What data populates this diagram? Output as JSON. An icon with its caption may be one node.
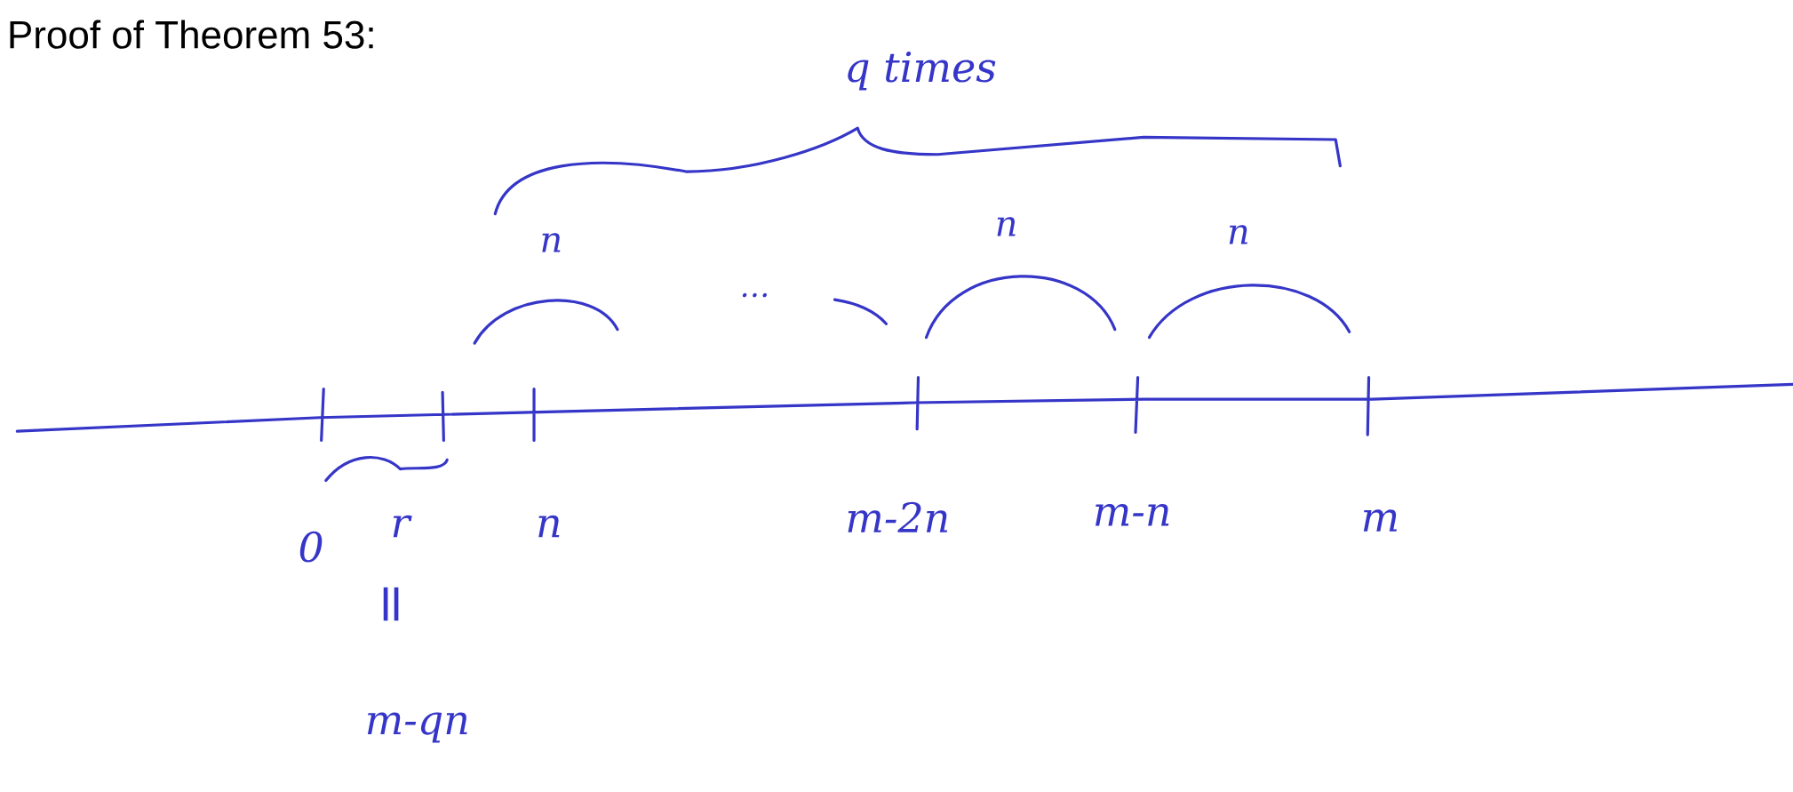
{
  "diagram": {
    "title": "Proof of Theorem 53:",
    "labels": [
      "q times",
      "n",
      "…",
      "n",
      "n",
      "0",
      "r",
      "n",
      "m-2n",
      "m-n",
      "m",
      "=",
      "m-qn"
    ]
  }
}
